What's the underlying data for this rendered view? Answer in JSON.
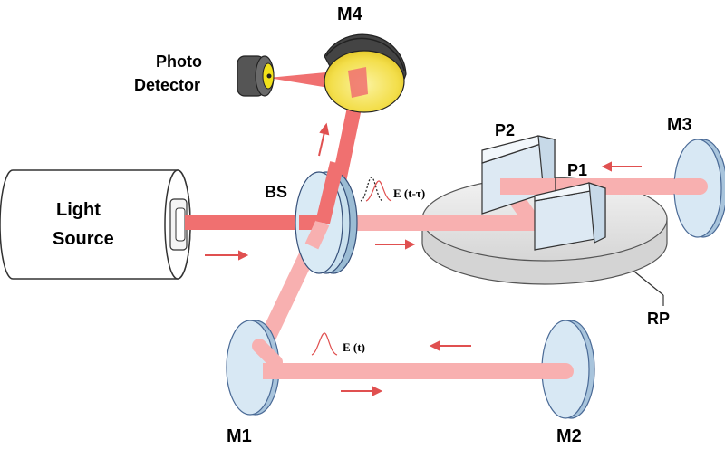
{
  "labels": {
    "photo_detector_line1": "Photo",
    "photo_detector_line2": "Detector",
    "light_source_line1": "Light",
    "light_source_line2": "Source",
    "m1": "M1",
    "m2": "M2",
    "m3": "M3",
    "m4": "M4",
    "p1": "P1",
    "p2": "P2",
    "bs": "BS",
    "rp": "RP",
    "e_t": "E (t)",
    "e_t_tau": "E (t-τ)"
  },
  "colors": {
    "beam_strong": "#f07070",
    "beam_light": "#f8b0b0",
    "mirror_fill": "#d8e8f4",
    "mirror_edge": "#5577aa",
    "prism_fill": "#dde9f3",
    "stage_fill": "#e6e6e6",
    "arrow": "#e05050",
    "detector_dark": "#444444",
    "detector_yellow": "#f2e21a"
  }
}
